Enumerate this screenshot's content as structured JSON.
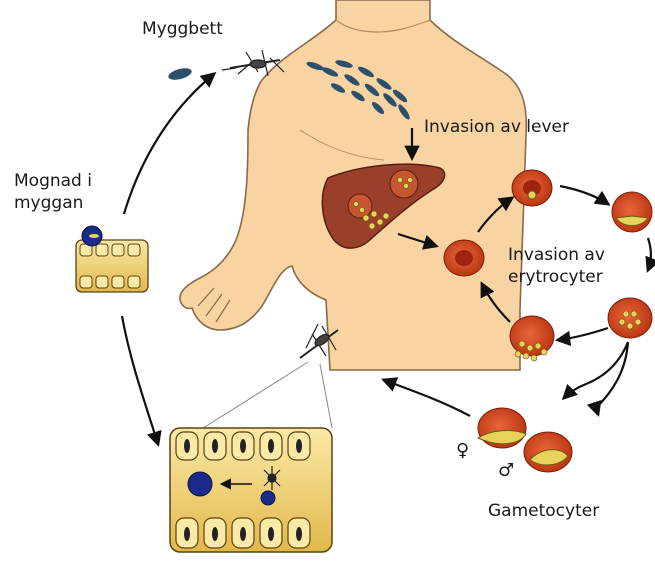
{
  "labels": {
    "bite": "Myggbett",
    "liver_invasion": "Invasion av lever",
    "maturation_line1": "Mognad i",
    "maturation_line2": "myggan",
    "rbc_invasion_line1": "Invasion av",
    "rbc_invasion_line2": "erytrocyter",
    "gametocytes": "Gametocyter"
  },
  "symbols": {
    "female": "♀",
    "male": "♂"
  },
  "colors": {
    "skin": "#f7d4a2",
    "skin_outline": "#8a6a4a",
    "liver": "#9a3f2a",
    "rbc": "#d64b1f",
    "rbc_inner": "#9e2410",
    "parasite": "#e8d35a",
    "gut_cell": "#f3d37a",
    "nucleus": "#1c2b8a",
    "sporozoite": "#2c4f6a",
    "arrow": "#111111"
  }
}
